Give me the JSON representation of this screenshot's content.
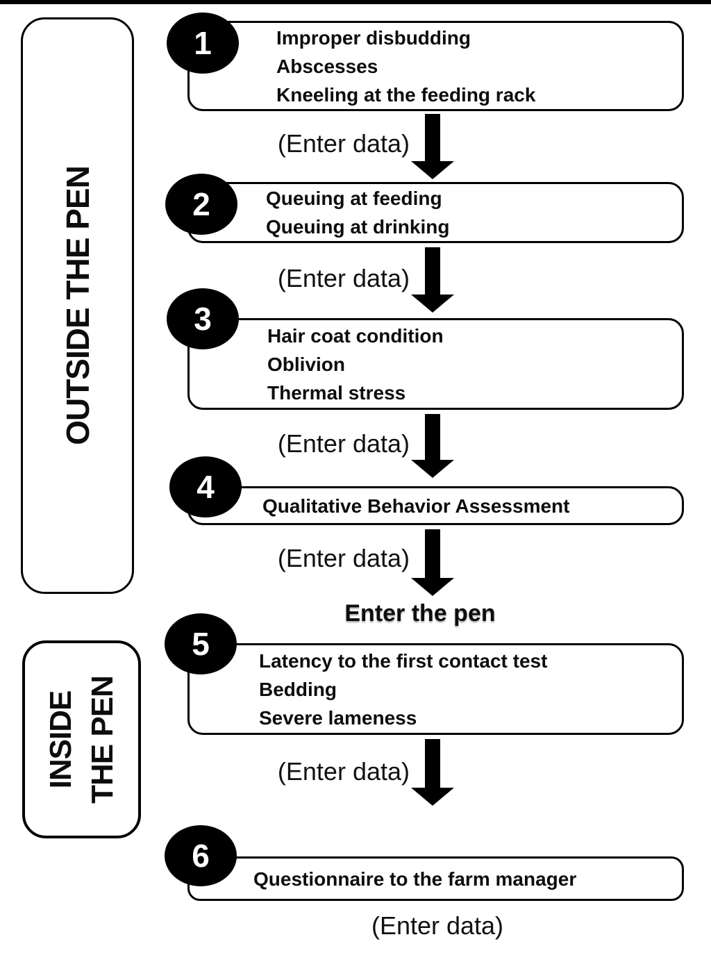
{
  "colors": {
    "ink": "#000000",
    "paper": "#ffffff"
  },
  "icons": {
    "down_arrow": "down-arrow"
  },
  "sections": {
    "outside": {
      "label": "OUTSIDE THE PEN"
    },
    "inside": {
      "label_line1": "INSIDE",
      "label_line2": "THE PEN"
    }
  },
  "enter_data_label": "(Enter data)",
  "enter_pen_heading": "Enter the pen",
  "steps": [
    {
      "number": "1",
      "items": [
        "Improper disbudding",
        "Abscesses",
        "Kneeling at the feeding rack"
      ]
    },
    {
      "number": "2",
      "items": [
        "Queuing at feeding",
        "Queuing at drinking"
      ]
    },
    {
      "number": "3",
      "items": [
        "Hair coat condition",
        "Oblivion",
        "Thermal stress"
      ]
    },
    {
      "number": "4",
      "items": [
        "Qualitative Behavior Assessment"
      ]
    },
    {
      "number": "5",
      "items": [
        "Latency to the first contact test",
        "Bedding",
        "Severe lameness"
      ]
    },
    {
      "number": "6",
      "items": [
        "Questionnaire to the farm manager"
      ]
    }
  ]
}
